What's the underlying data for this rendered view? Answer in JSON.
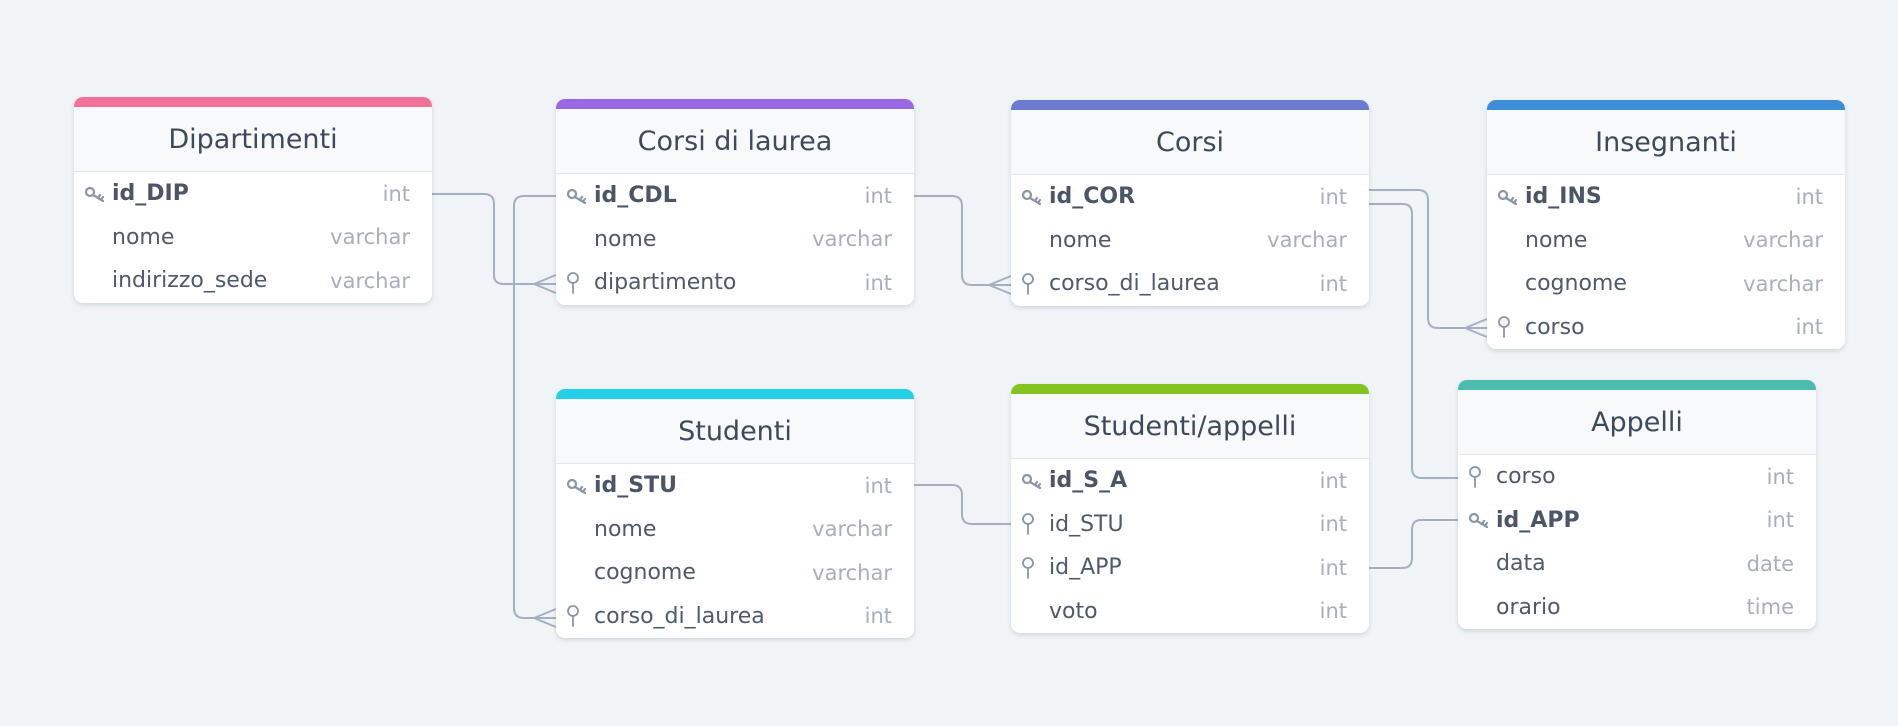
{
  "colors": {
    "background": "#f0f4f7",
    "connector": "#a3b0c2",
    "icon": "#8a96a6"
  },
  "tables": [
    {
      "id": "dipartimenti",
      "name": "Dipartimenti",
      "color": "#f2719a",
      "fields": [
        {
          "name": "id_DIP",
          "type": "int",
          "key": "pk"
        },
        {
          "name": "nome",
          "type": "varchar",
          "key": ""
        },
        {
          "name": "indirizzo_sede",
          "type": "varchar",
          "key": ""
        }
      ]
    },
    {
      "id": "corsi-di-laurea",
      "name": "Corsi di laurea",
      "color": "#9a68e4",
      "fields": [
        {
          "name": "id_CDL",
          "type": "int",
          "key": "pk"
        },
        {
          "name": "nome",
          "type": "varchar",
          "key": ""
        },
        {
          "name": "dipartimento",
          "type": "int",
          "key": "fk"
        }
      ]
    },
    {
      "id": "corsi",
      "name": "Corsi",
      "color": "#6c7bd2",
      "fields": [
        {
          "name": "id_COR",
          "type": "int",
          "key": "pk"
        },
        {
          "name": "nome",
          "type": "varchar",
          "key": ""
        },
        {
          "name": "corso_di_laurea",
          "type": "int",
          "key": "fk"
        }
      ]
    },
    {
      "id": "insegnanti",
      "name": "Insegnanti",
      "color": "#3d8ed8",
      "fields": [
        {
          "name": "id_INS",
          "type": "int",
          "key": "pk"
        },
        {
          "name": "nome",
          "type": "varchar",
          "key": ""
        },
        {
          "name": "cognome",
          "type": "varchar",
          "key": ""
        },
        {
          "name": "corso",
          "type": "int",
          "key": "fk"
        }
      ]
    },
    {
      "id": "studenti",
      "name": "Studenti",
      "color": "#26cfe8",
      "fields": [
        {
          "name": "id_STU",
          "type": "int",
          "key": "pk"
        },
        {
          "name": "nome",
          "type": "varchar",
          "key": ""
        },
        {
          "name": "cognome",
          "type": "varchar",
          "key": ""
        },
        {
          "name": "corso_di_laurea",
          "type": "int",
          "key": "fk"
        }
      ]
    },
    {
      "id": "studenti-appelli",
      "name": "Studenti/appelli",
      "color": "#84c421",
      "fields": [
        {
          "name": "id_S_A",
          "type": "int",
          "key": "pk"
        },
        {
          "name": "id_STU",
          "type": "int",
          "key": "fk"
        },
        {
          "name": "id_APP",
          "type": "int",
          "key": "fk"
        },
        {
          "name": "voto",
          "type": "int",
          "key": ""
        }
      ]
    },
    {
      "id": "appelli",
      "name": "Appelli",
      "color": "#4cbcae",
      "fields": [
        {
          "name": "corso",
          "type": "int",
          "key": "fk"
        },
        {
          "name": "id_APP",
          "type": "int",
          "key": "pk"
        },
        {
          "name": "data",
          "type": "date",
          "key": ""
        },
        {
          "name": "orario",
          "type": "time",
          "key": ""
        }
      ]
    }
  ],
  "relations": [
    {
      "from": "dipartimenti.id_DIP",
      "to": "corsi-di-laurea.dipartimento",
      "cardinality": "one-to-many"
    },
    {
      "from": "corsi-di-laurea.id_CDL",
      "to": "studenti.corso_di_laurea",
      "cardinality": "one-to-many"
    },
    {
      "from": "corsi-di-laurea.id_CDL",
      "to": "corsi.corso_di_laurea",
      "cardinality": "one-to-many"
    },
    {
      "from": "corsi.id_COR",
      "to": "insegnanti.corso",
      "cardinality": "one-to-many"
    },
    {
      "from": "corsi.id_COR",
      "to": "appelli.corso",
      "cardinality": "one-to-one"
    },
    {
      "from": "studenti.id_STU",
      "to": "studenti-appelli.id_STU",
      "cardinality": "one-to-one"
    },
    {
      "from": "appelli.id_APP",
      "to": "studenti-appelli.id_APP",
      "cardinality": "one-to-one"
    }
  ]
}
